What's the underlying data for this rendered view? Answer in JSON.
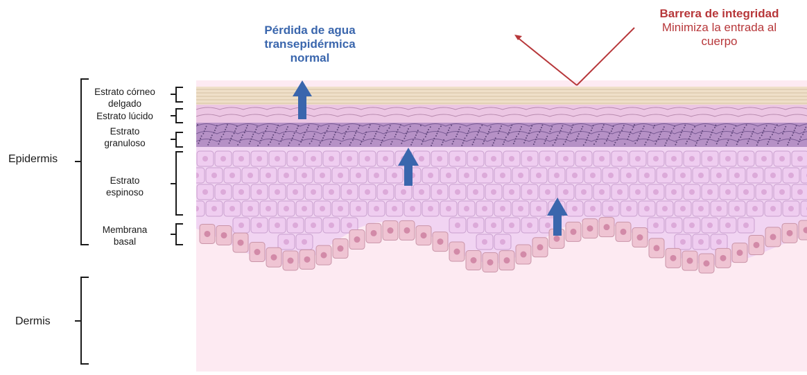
{
  "layers": {
    "corneum": "Estrato córneo\ndelgado",
    "lucidum": "Estrato lúcido",
    "granulosum": "Estrato\ngranuloso",
    "spinosum": "Estrato\nespinoso",
    "basal": "Membrana\nbasal"
  },
  "regions": {
    "epidermis": "Epidermis",
    "dermis": "Dermis"
  },
  "annotations": {
    "water_loss": "Pérdida de agua\ntransepidérmica\nnormal",
    "barrier_title": "Barrera de integridad",
    "barrier_text": "Minimiza la entrada al\ncuerpo"
  },
  "colors": {
    "dermis": "#fdeaf2",
    "corneum": "#efdfc8",
    "lucidum": "#ecc6e3",
    "granulosum": "#b691c6",
    "spinosum": "#f1d4f2",
    "basal_cell": "#efc4d3",
    "arrow_blue": "#3a66ad",
    "barrier_red": "#b7373a",
    "bracket": "#1a1a1a"
  }
}
